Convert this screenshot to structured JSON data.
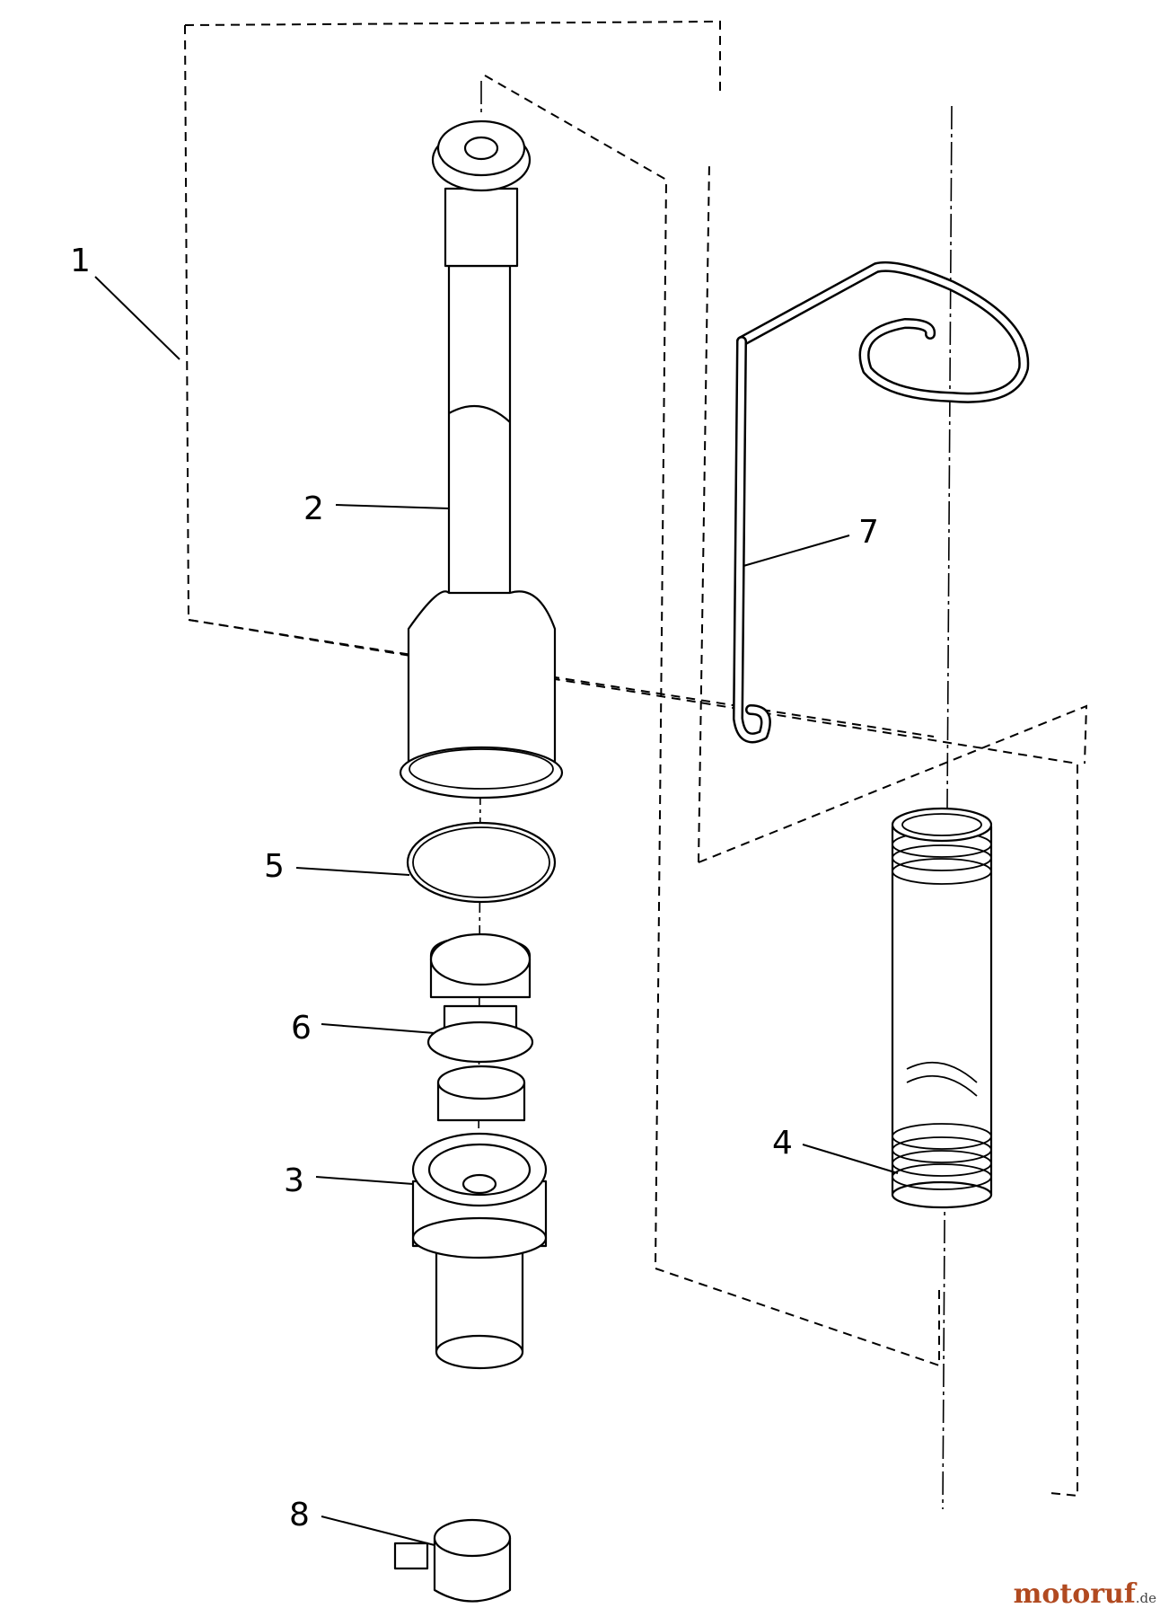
{
  "callouts": {
    "c1": "1",
    "c2": "2",
    "c3": "3",
    "c4": "4",
    "c5": "5",
    "c6": "6",
    "c7": "7",
    "c8": "8"
  },
  "watermark": {
    "name": "motoruf",
    "suffix": ".de"
  }
}
